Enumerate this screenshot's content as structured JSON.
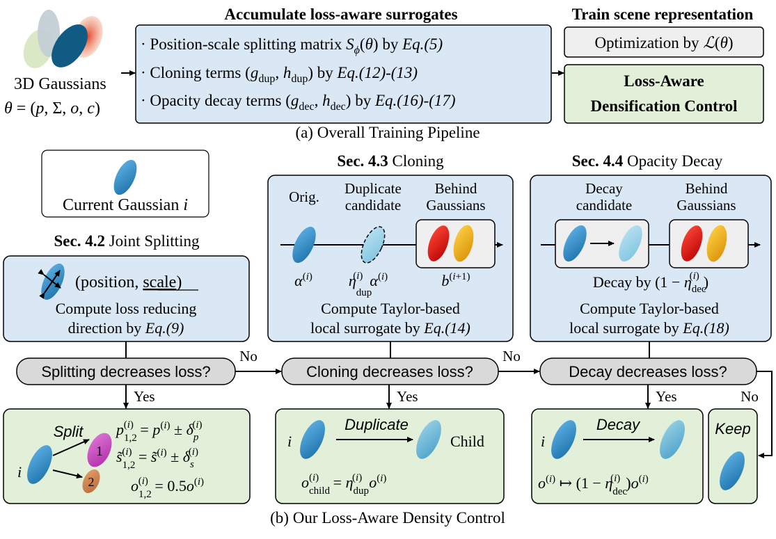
{
  "a": {
    "gaussians_line1": "3D Gaussians",
    "accumulate_title": "Accumulate loss-aware surrogates",
    "item1": "· Position-scale splitting matrix ",
    "item1_eq": "Eq.(5)",
    "item2": "· Cloning terms ",
    "item2_eq": "Eq.(12)-(13)",
    "item3": "· Opacity decay terms ",
    "item3_eq": "Eq.(16)-(17)",
    "train_title": "Train scene representation",
    "optimization": "Optimization by ",
    "control_line1": "Loss-Aware",
    "control_line2": "Densification Control",
    "caption": "(a) Overall Training Pipeline"
  },
  "b": {
    "current_gaussian": "Current Gaussian ",
    "yes": "Yes",
    "no": "No",
    "keep": "Keep",
    "caption": "(b) Our Loss-Aware Density Control",
    "split": {
      "sec": "Sec. 4.2",
      "name": " Joint Splitting",
      "pos_open": "(position, ",
      "scale": "scale",
      "pos_close": ")",
      "line1": "Compute loss reducing",
      "line2": "direction by ",
      "eq": "Eq.(9)",
      "decision": "Splitting decreases loss?",
      "action": "Split",
      "child1": "1",
      "child2": "2"
    },
    "clone": {
      "sec": "Sec. 4.3",
      "name": " Cloning",
      "orig": "Orig.",
      "dup1": "Duplicate",
      "dup2": "candidate",
      "behind1": "Behind",
      "behind2": "Gaussians",
      "line1": "Compute Taylor-based",
      "line2": "local surrogate by ",
      "eq": "Eq.(14)",
      "decision": "Cloning decreases loss?",
      "action": "Duplicate",
      "child": "Child"
    },
    "decay": {
      "sec": "Sec. 4.4",
      "name": " Opacity Decay",
      "cand1": "Decay",
      "cand2": "candidate",
      "behind1": "Behind",
      "behind2": "Gaussians",
      "decay_by": "Decay by ",
      "line1": "Compute Taylor-based",
      "line2": "local surrogate by ",
      "eq": "Eq.(18)",
      "decision": "Decay decreases loss?",
      "action": "Decay"
    }
  }
}
